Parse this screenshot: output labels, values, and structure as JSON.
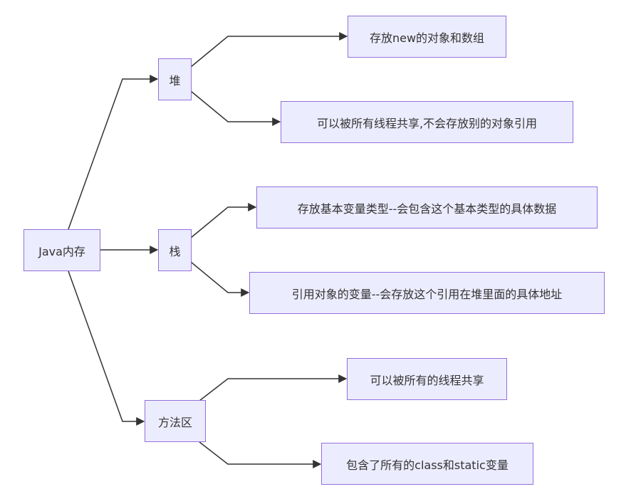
{
  "diagram": {
    "type": "flowchart-LR",
    "colors": {
      "node_fill": "#ececff",
      "node_border": "#9370db",
      "edge": "#333333",
      "text": "#333333"
    },
    "nodes": {
      "root": "Java内存",
      "heap": "堆",
      "stack": "栈",
      "method_area": "方法区",
      "heap_1": "存放new的对象和数组",
      "heap_2": "可以被所有线程共享,不会存放别的对象引用",
      "stack_1": "存放基本变量类型--会包含这个基本类型的具体数据",
      "stack_2": "引用对象的变量--会存放这个引用在堆里面的具体地址",
      "method_1": "可以被所有的线程共享",
      "method_2": "包含了所有的class和static变量"
    },
    "edges": [
      {
        "from": "root",
        "to": "heap"
      },
      {
        "from": "root",
        "to": "stack"
      },
      {
        "from": "root",
        "to": "method_area"
      },
      {
        "from": "heap",
        "to": "heap_1"
      },
      {
        "from": "heap",
        "to": "heap_2"
      },
      {
        "from": "stack",
        "to": "stack_1"
      },
      {
        "from": "stack",
        "to": "stack_2"
      },
      {
        "from": "method_area",
        "to": "method_1"
      },
      {
        "from": "method_area",
        "to": "method_2"
      }
    ]
  }
}
